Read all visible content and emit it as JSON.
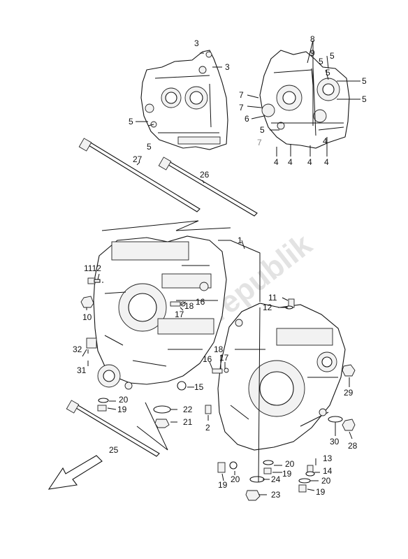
{
  "watermark": "Partsrepublik",
  "labels": {
    "l3a": "3",
    "l3b": "3",
    "l5a": "5",
    "l5b": "5",
    "l8": "8",
    "l9": "9",
    "l5c": "5",
    "l5d": "5",
    "l5e": "5",
    "l5f": "5",
    "l5g": "5",
    "l7a": "7",
    "l7b": "7",
    "l7c": "7",
    "l6": "6",
    "l4a": "4",
    "l4b": "4",
    "l4c": "4",
    "l4d": "4",
    "l4e": "4",
    "l27": "27",
    "l26": "26",
    "l1": "1",
    "l1112": "1112",
    "l10": "10",
    "l16a": "16",
    "l18a": "18",
    "l17a": "17",
    "l11": "11",
    "l12": "12",
    "l32": "32",
    "l31": "31",
    "l18b": "18",
    "l17b": "17",
    "l16b": "16",
    "l15": "15",
    "l20a": "20",
    "l19a": "19",
    "l22": "22",
    "l21": "21",
    "l2": "2",
    "l29": "29",
    "l30": "30",
    "l28": "28",
    "l25": "25",
    "l13": "13",
    "l20b": "20",
    "l19b": "19",
    "l14": "14",
    "l24": "24",
    "l20c": "20",
    "l19c": "19",
    "l20d": "20",
    "l23": "23",
    "l19d": "19"
  }
}
